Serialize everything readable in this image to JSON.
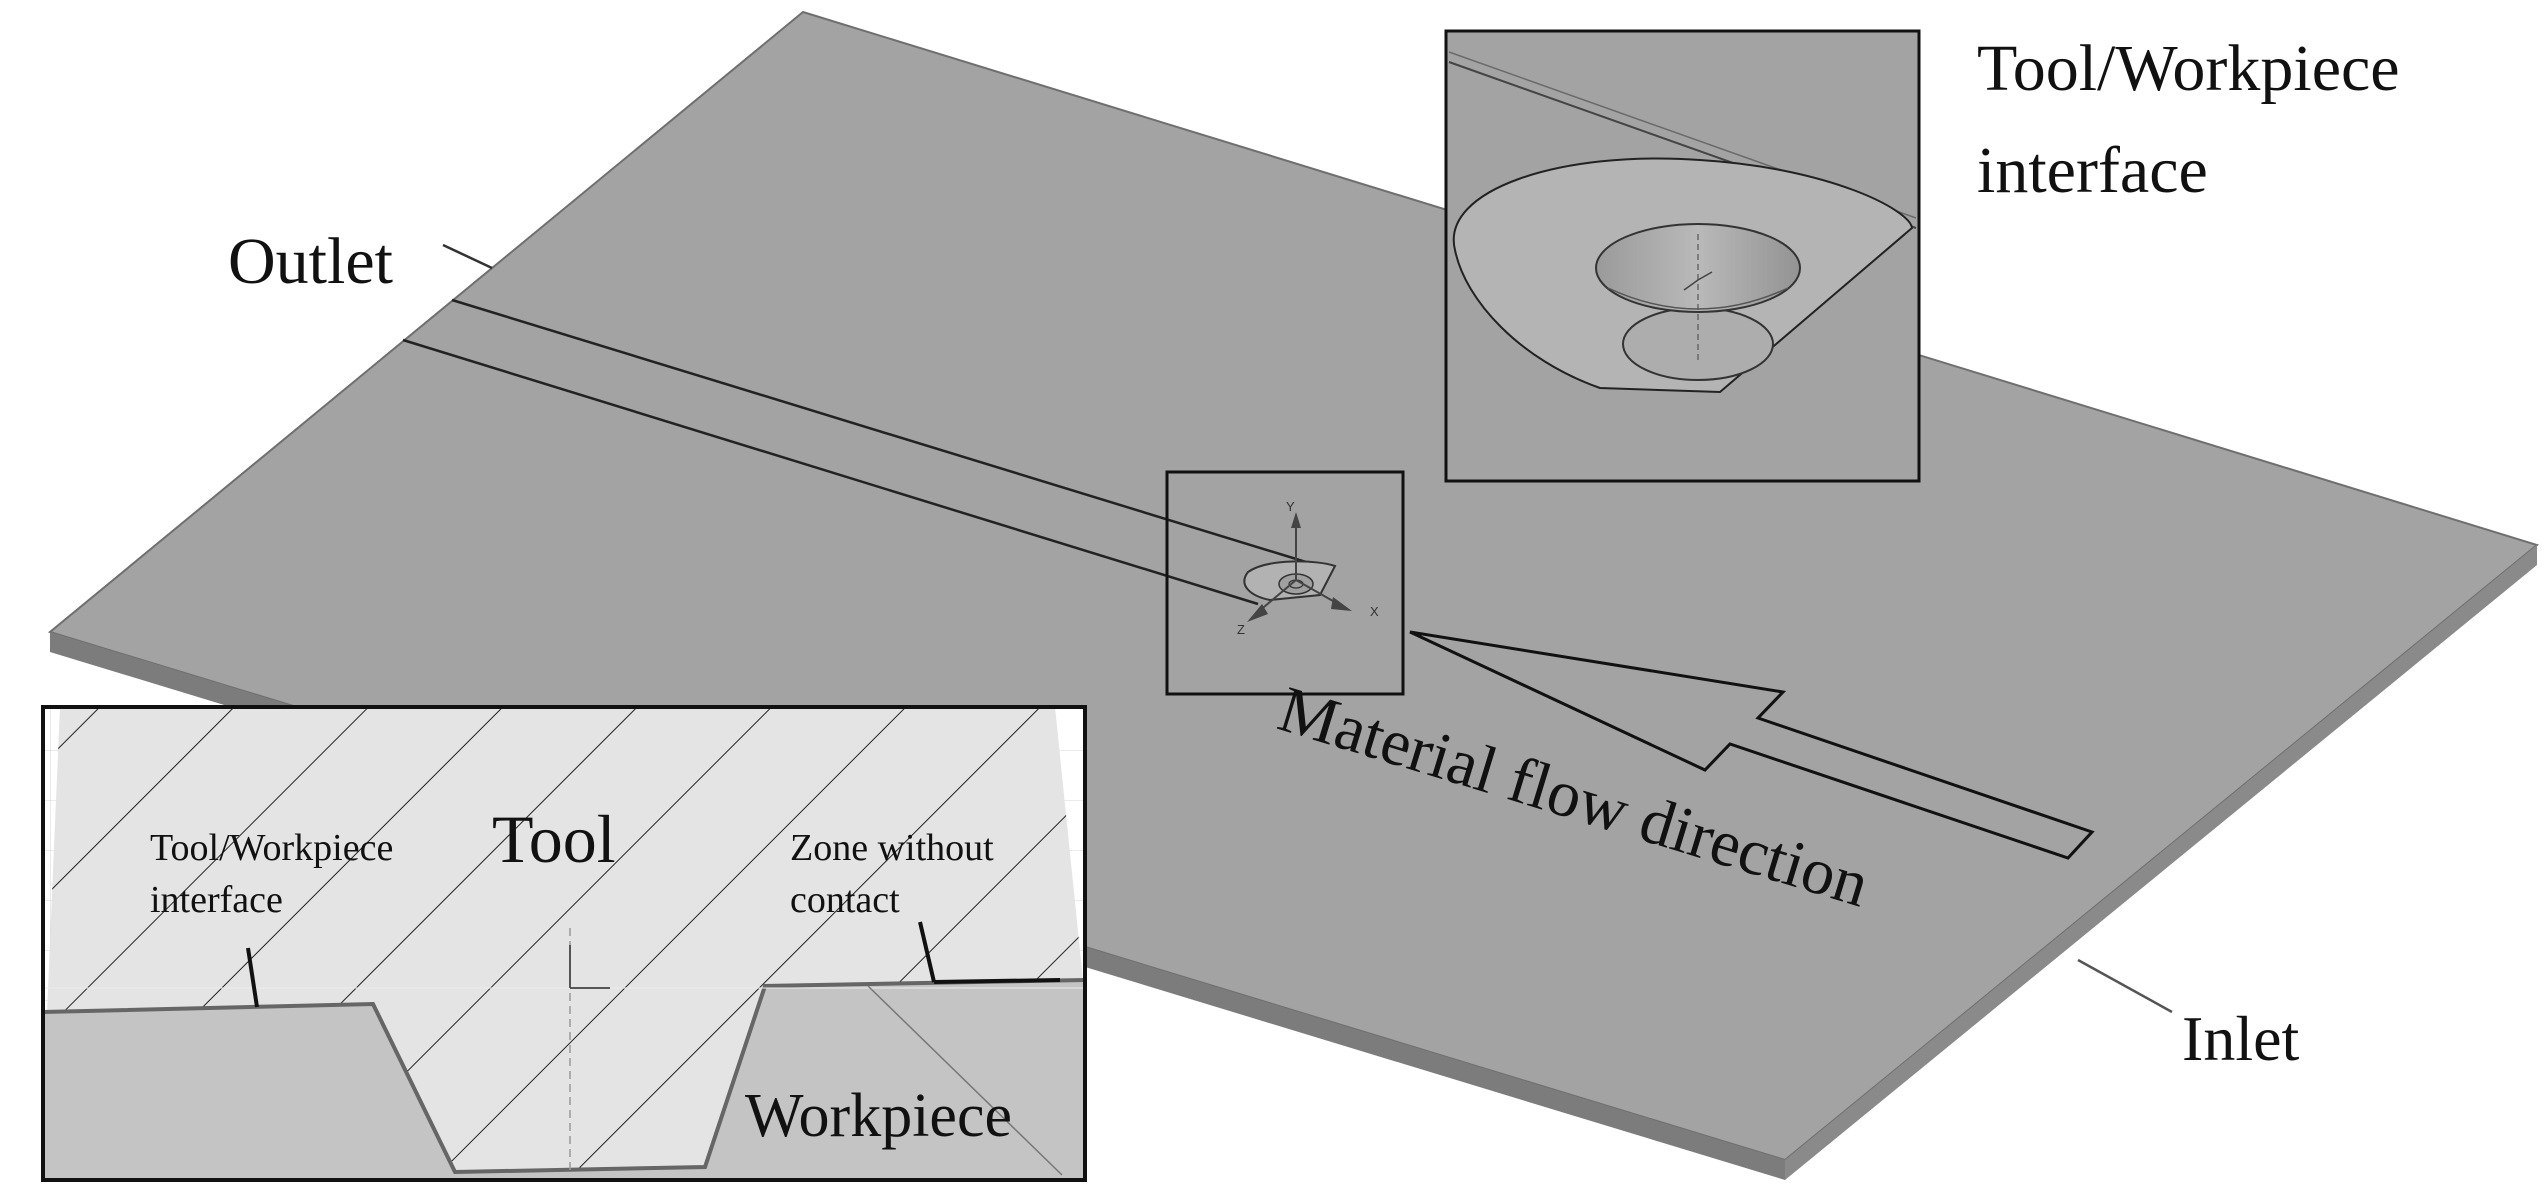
{
  "labels": {
    "outlet": "Outlet",
    "inlet": "Inlet",
    "interface_top_line1": "Tool/Workpiece",
    "interface_top_line2": "interface",
    "flow": "Material flow direction",
    "tool": "Tool",
    "workpiece": "Workpiece",
    "interface_inset_line1": "Tool/Workpiece",
    "interface_inset_line2": "interface",
    "zone_line1": "Zone without",
    "zone_line2": "contact"
  },
  "axes": {
    "x": "X",
    "y": "Y",
    "z": "Z"
  },
  "colors": {
    "plate_top": "#a3a3a3",
    "plate_edge": "#7c7c7c",
    "tool_fill": "#e6e6e6",
    "workpiece_fill": "#c4c4c4",
    "line": "#111111"
  }
}
